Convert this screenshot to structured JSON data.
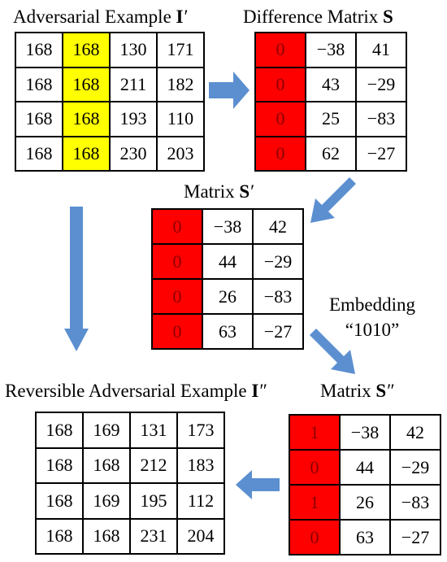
{
  "adversarial_example": {
    "title_text": "Adversarial Example ",
    "title_symbol": "I",
    "title_prime": "′",
    "rows": [
      [
        "168",
        "168",
        "130",
        "171"
      ],
      [
        "168",
        "168",
        "211",
        "182"
      ],
      [
        "168",
        "168",
        "193",
        "110"
      ],
      [
        "168",
        "168",
        "230",
        "203"
      ]
    ]
  },
  "difference_matrix": {
    "title_text": "Difference Matrix ",
    "title_symbol": "S",
    "rows": [
      [
        "0",
        "−38",
        "41"
      ],
      [
        "0",
        "43",
        "−29"
      ],
      [
        "0",
        "25",
        "−83"
      ],
      [
        "0",
        "62",
        "−27"
      ]
    ]
  },
  "matrix_s_prime": {
    "title_text": "Matrix ",
    "title_symbol": "S",
    "title_prime": "′",
    "rows": [
      [
        "0",
        "−38",
        "42"
      ],
      [
        "0",
        "44",
        "−29"
      ],
      [
        "0",
        "26",
        "−83"
      ],
      [
        "0",
        "63",
        "−27"
      ]
    ]
  },
  "embedding_note": {
    "line1": "Embedding",
    "line2": "“1010”"
  },
  "matrix_s_double_prime": {
    "title_text": "Matrix ",
    "title_symbol": "S",
    "title_prime": "″",
    "rows": [
      [
        "1",
        "−38",
        "42"
      ],
      [
        "0",
        "44",
        "−29"
      ],
      [
        "1",
        "26",
        "−83"
      ],
      [
        "0",
        "63",
        "−27"
      ]
    ]
  },
  "reversible_example": {
    "title_text": "Reversible Adversarial Example ",
    "title_symbol": "I",
    "title_prime": "″",
    "rows": [
      [
        "168",
        "169",
        "131",
        "173"
      ],
      [
        "168",
        "168",
        "212",
        "183"
      ],
      [
        "168",
        "169",
        "195",
        "112"
      ],
      [
        "168",
        "168",
        "231",
        "204"
      ]
    ]
  },
  "colors": {
    "highlight_yellow": "#ffff00",
    "highlight_red": "#ff0000",
    "arrow_blue": "#5b8fd0"
  }
}
